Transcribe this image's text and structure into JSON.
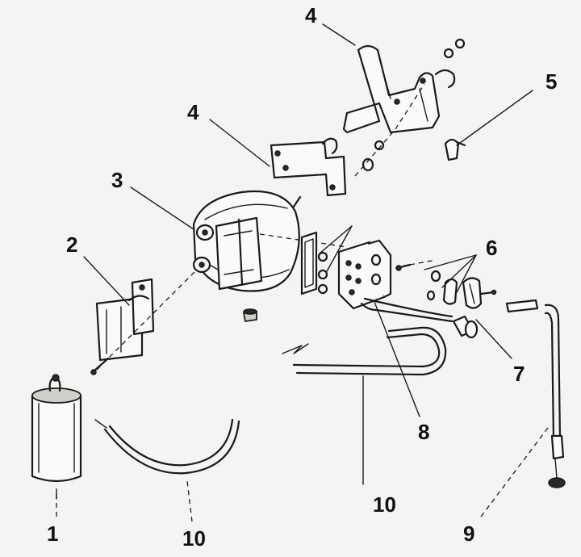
{
  "diagram": {
    "callouts": [
      "1",
      "2",
      "3",
      "4",
      "4",
      "5",
      "6",
      "7",
      "8",
      "9",
      "10",
      "10"
    ]
  }
}
